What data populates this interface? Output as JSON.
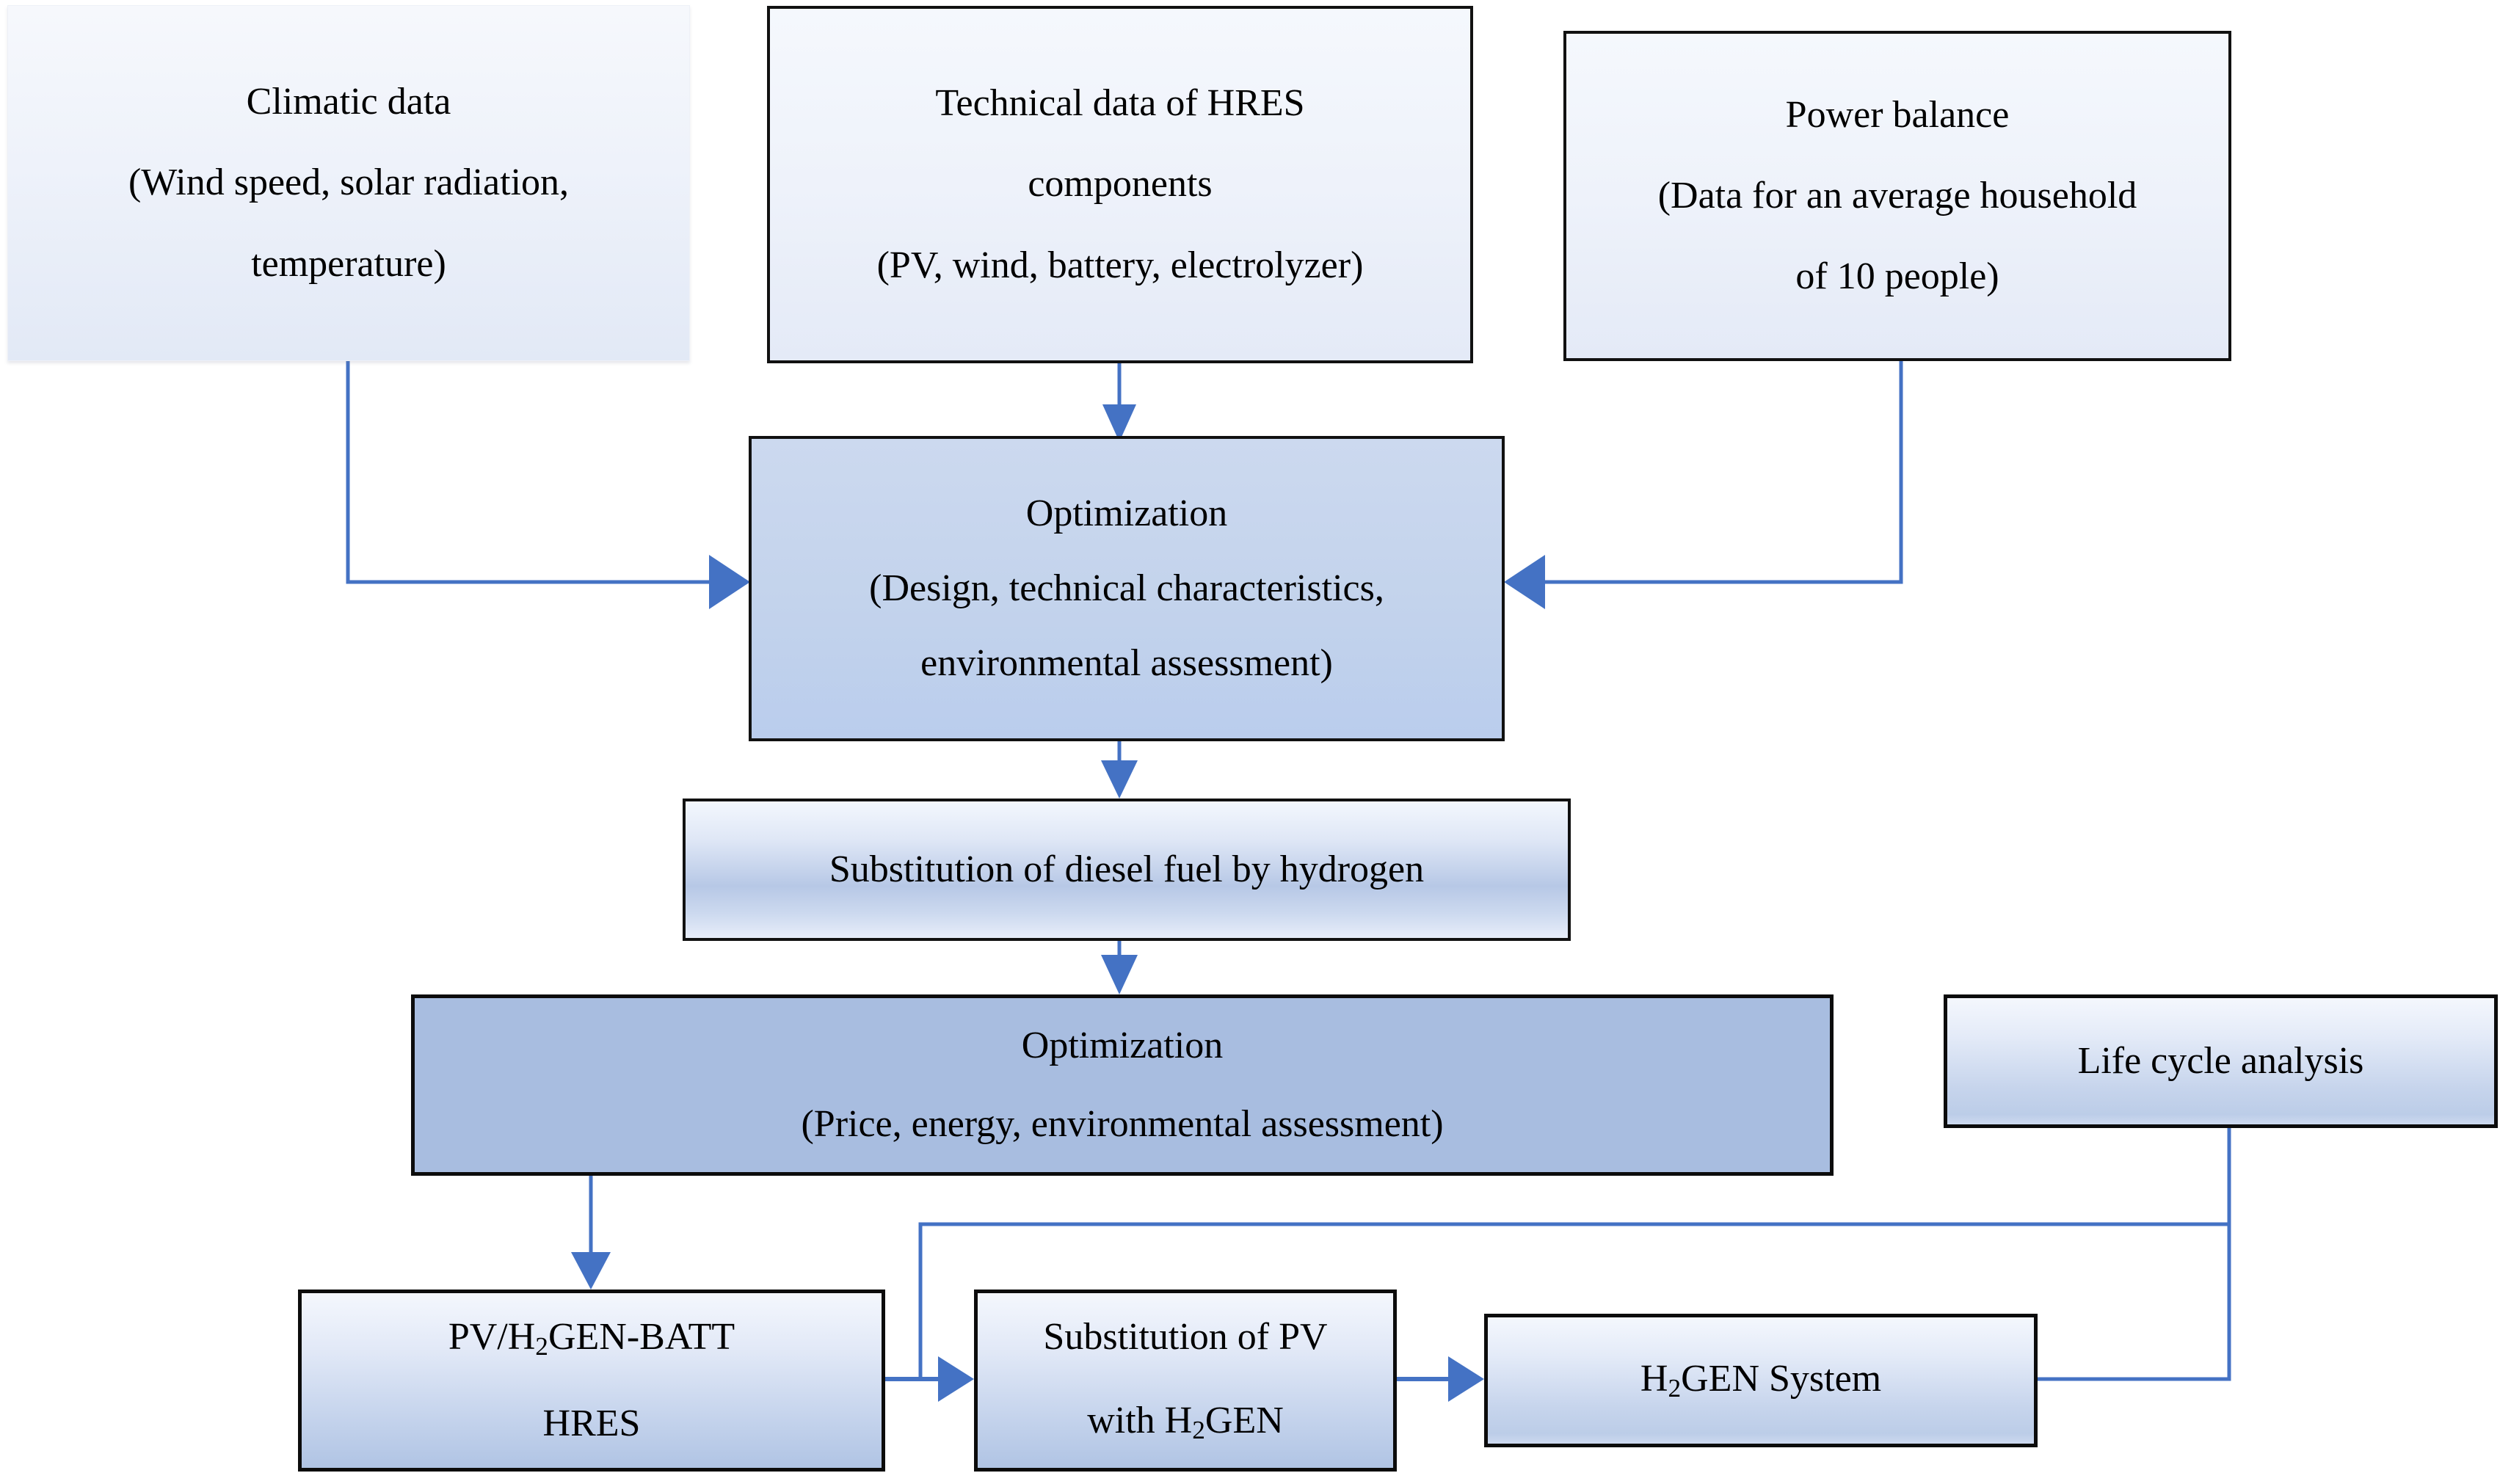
{
  "diagram": {
    "title": "HRES optimization and hydrogen substitution flowchart",
    "colors": {
      "connector": "#4472c4",
      "box_border": "#111111",
      "fill_light": "#eef2fa",
      "fill_blue": "#a8bde0",
      "text": "#000000"
    }
  },
  "nodes": {
    "climatic_data": {
      "lines": [
        "Climatic data",
        "(Wind speed, solar radiation,",
        "temperature)"
      ]
    },
    "technical_data": {
      "lines": [
        "Technical data of HRES",
        "components",
        "(PV, wind, battery, electrolyzer)"
      ]
    },
    "power_balance": {
      "lines": [
        "Power balance",
        "(Data for an average household",
        "of 10 people)"
      ]
    },
    "optimization_design": {
      "lines": [
        "Optimization",
        "(Design, technical characteristics,",
        "environmental assessment)"
      ]
    },
    "substitution_diesel": {
      "lines": [
        "Substitution of diesel fuel by hydrogen"
      ]
    },
    "optimization_price": {
      "lines": [
        "Optimization",
        "(Price, energy, environmental assessment)"
      ]
    },
    "life_cycle_analysis": {
      "lines": [
        "Life cycle analysis"
      ]
    },
    "pv_h2gen_batt": {
      "line1_pre": "PV/H",
      "line1_sub": "2",
      "line1_post": "GEN-BATT",
      "line2": "HRES"
    },
    "substitution_pv": {
      "line1": "Substitution of PV",
      "line2_pre": "with H",
      "line2_sub": "2",
      "line2_post": "GEN"
    },
    "h2gen_system": {
      "pre": "H",
      "sub": "2",
      "post": "GEN System"
    }
  },
  "edges": [
    {
      "name": "climatic-to-optimization",
      "from": "climatic_data",
      "to": "optimization_design",
      "arrow": "right"
    },
    {
      "name": "technical-to-optimization",
      "from": "technical_data",
      "to": "optimization_design",
      "arrow": "down"
    },
    {
      "name": "power-balance-to-optimization",
      "from": "power_balance",
      "to": "optimization_design",
      "arrow": "left"
    },
    {
      "name": "optimization-to-substitution-diesel",
      "from": "optimization_design",
      "to": "substitution_diesel",
      "arrow": "down"
    },
    {
      "name": "substitution-diesel-to-optimization-price",
      "from": "substitution_diesel",
      "to": "optimization_price",
      "arrow": "down"
    },
    {
      "name": "optimization-price-to-pv-h2gen-batt",
      "from": "optimization_price",
      "to": "pv_h2gen_batt",
      "arrow": "down"
    },
    {
      "name": "pv-h2gen-batt-to-substitution-pv",
      "from": "pv_h2gen_batt",
      "to": "substitution_pv",
      "arrow": "right"
    },
    {
      "name": "substitution-pv-to-h2gen-system",
      "from": "substitution_pv",
      "to": "h2gen_system",
      "arrow": "right"
    },
    {
      "name": "h2gen-system-feedback-to-substitution-pv",
      "from": "h2gen_system",
      "to": "substitution_pv",
      "arrow": "none"
    },
    {
      "name": "life-cycle-analysis-feedback",
      "from": "life_cycle_analysis",
      "to": "pv_h2gen_batt",
      "arrow": "none"
    }
  ]
}
